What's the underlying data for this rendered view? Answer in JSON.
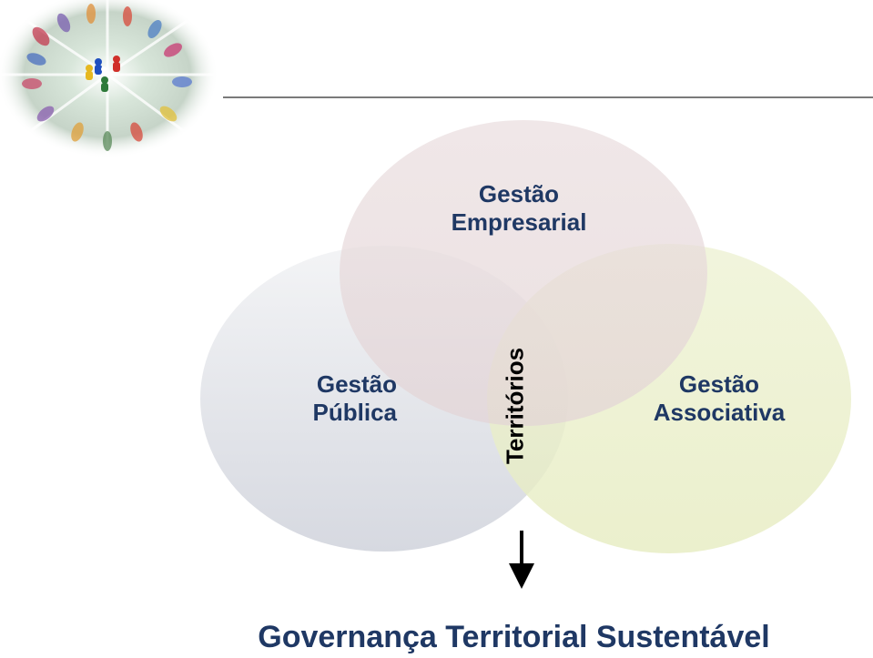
{
  "logo": {
    "icon": "game-pieces-puzzle-circle-image"
  },
  "venn": {
    "circles": [
      {
        "id": "empresarial",
        "lines": [
          "Gestão",
          "Empresarial"
        ],
        "color": "#ead9da"
      },
      {
        "id": "publica",
        "lines": [
          "Gestão",
          "Pública"
        ],
        "color": "#d9dbe2"
      },
      {
        "id": "associativa",
        "lines": [
          "Gestão",
          "Associativa"
        ],
        "color": "#e9efc6"
      }
    ],
    "center_label": "Territórios",
    "label_color": "#1f3864"
  },
  "arrow": {
    "icon": "arrow-down-icon"
  },
  "conclusion": "Governança Territorial Sustentável"
}
